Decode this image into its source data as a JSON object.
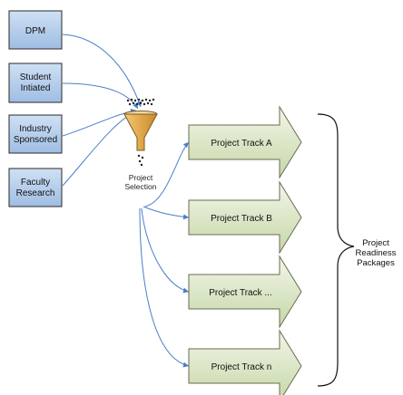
{
  "sources": [
    {
      "id": "dpm",
      "lines": [
        "DPM"
      ]
    },
    {
      "id": "student",
      "lines": [
        "Student",
        "Intiated"
      ]
    },
    {
      "id": "industry",
      "lines": [
        "Industry",
        "Sponsored"
      ]
    },
    {
      "id": "faculty",
      "lines": [
        "Faculty",
        "Research"
      ]
    }
  ],
  "funnel_label": [
    "Project",
    "Selection"
  ],
  "tracks": [
    {
      "id": "a",
      "label": "Project Track A"
    },
    {
      "id": "b",
      "label": "Project Track B"
    },
    {
      "id": "dots",
      "label": "Project Track ..."
    },
    {
      "id": "n",
      "label": "Project Track n"
    }
  ],
  "outcome_label": [
    "Project",
    "Readiness",
    "Packages"
  ],
  "colors": {
    "source_fill_top": "#cfe0f4",
    "source_fill_bottom": "#9fbde3",
    "source_border": "#2a2a2a",
    "arrow_fill_top": "#f2f6e8",
    "arrow_fill_bottom": "#c6d7a8",
    "arrow_border": "#6b6b52",
    "connector": "#4a7fc8",
    "funnel_fill": "#e0a84b",
    "funnel_border": "#7a5a22"
  }
}
